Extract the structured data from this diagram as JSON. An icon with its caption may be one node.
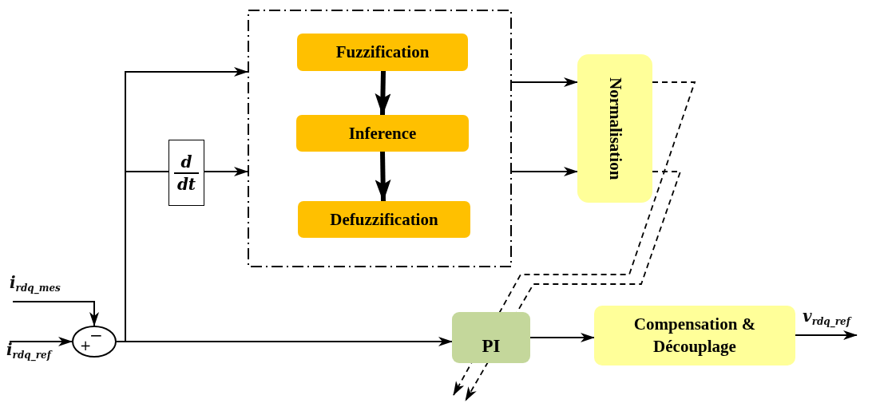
{
  "diagram": {
    "nodes": [
      {
        "text": [],
        "shape": "box"
      },
      {
        "text": [
          "Fuzzification"
        ],
        "in": 0
      },
      {
        "text": [
          "Inference"
        ],
        "in": 0
      },
      {
        "text": [
          "Defuzzification"
        ],
        "in": 0
      },
      {
        "text": [
          "d",
          "dt"
        ]
      },
      {
        "text": [
          "Normalisation"
        ]
      },
      {
        "text": [
          "+",
          "−"
        ]
      },
      {
        "text": [
          "PI"
        ]
      },
      {
        "text": [
          "Compensation & Découplage"
        ]
      },
      {
        "text": [
          "i$_{rdq_mes}$"
        ]
      },
      {
        "text": [
          "i$_{rdq_ref}$"
        ]
      },
      {
        "text": [
          "v$_{rdq_ref}$"
        ]
      }
    ],
    "edges": [
      {
        "from": 9,
        "to": 6,
        "arrow": "to"
      },
      {
        "from": 10,
        "to": 6,
        "arrow": "to"
      },
      {
        "from": 6,
        "to": 7,
        "arrow": "to"
      },
      {
        "from": 6,
        "to": 0,
        "arrow": "to"
      },
      {
        "from": 6,
        "to": 4,
        "arrow": "none"
      },
      {
        "from": 4,
        "to": 0,
        "arrow": "to"
      },
      {
        "from": 1,
        "to": 2,
        "arrow": "to",
        "style": "thick"
      },
      {
        "from": 2,
        "to": 3,
        "arrow": "to",
        "style": "thick"
      },
      {
        "from": 0,
        "to": 5,
        "arrow": "to"
      },
      {
        "from": 0,
        "to": 5,
        "arrow": "to"
      },
      {
        "from": 5,
        "to": 7,
        "arrow": "to",
        "style": "dashed"
      },
      {
        "from": 5,
        "to": 7,
        "arrow": "to",
        "style": "dashed"
      },
      {
        "from": 7,
        "to": 8,
        "arrow": "to"
      },
      {
        "from": 8,
        "to": 11,
        "arrow": "to"
      }
    ]
  }
}
